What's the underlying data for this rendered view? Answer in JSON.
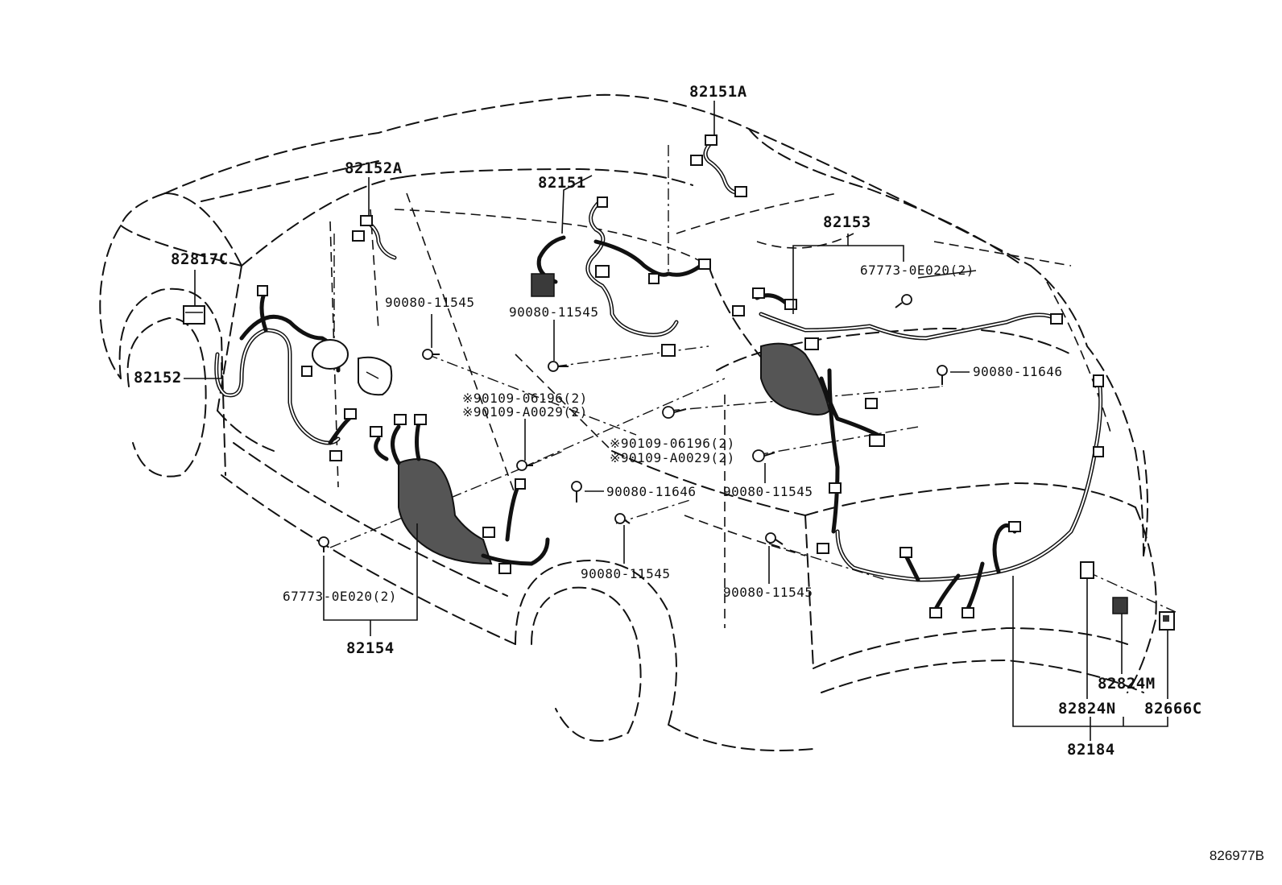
{
  "labels": {
    "p82151A": "82151A",
    "p82151": "82151",
    "p82152A": "82152A",
    "p82817C": "82817C",
    "p82152": "82152",
    "p82153": "82153",
    "p67773_top": "67773-0E020(2)",
    "p90080_11545_a": "90080-11545",
    "p90080_11545_b": "90080-11545",
    "p90080_11646_a": "90080-11646",
    "p90109_06196_a": "※90109-06196(2)",
    "p90109_A0029_a": "※90109-A0029(2)",
    "p90109_06196_b": "※90109-06196(2)",
    "p90109_A0029_b": "※90109-A0029(2)",
    "p90080_11646_b": "90080-11646",
    "p90080_11545_c": "90080-11545",
    "p90080_11545_d": "90080-11545",
    "p90080_11545_e": "90080-11545",
    "p67773_bottom": "67773-0E020(2)",
    "p82154": "82154",
    "p82824M": "82824M",
    "p82824N": "82824N",
    "p82666C": "82666C",
    "p82184": "82184"
  },
  "diagram_code": "826977B"
}
